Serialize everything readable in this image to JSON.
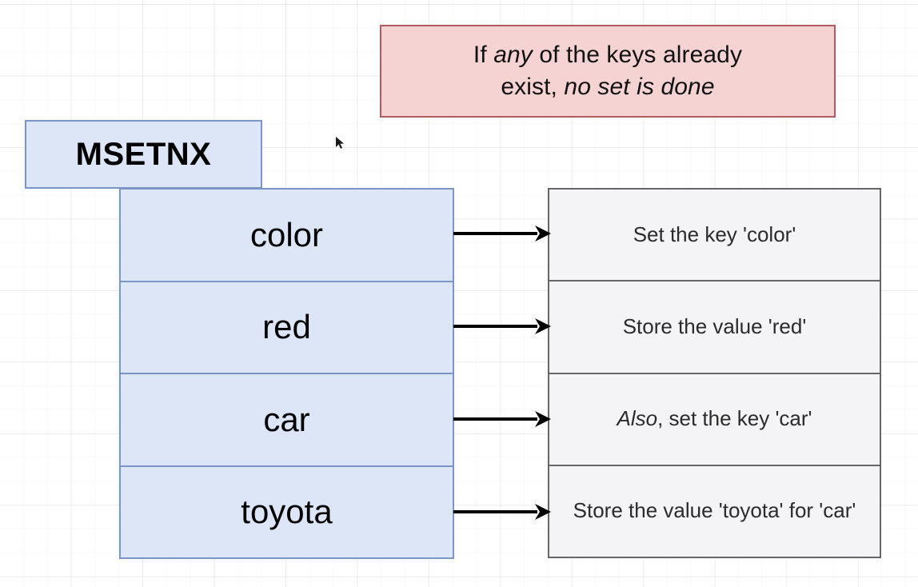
{
  "note": {
    "line1_prefix": "If ",
    "line1_em": "any",
    "line1_suffix": " of the keys already",
    "line2_prefix": "exist, ",
    "line2_em": "no set is done",
    "line2_suffix": "",
    "full_text": "If any of the keys already exist, no set is done",
    "bg_color": "#f5d3d2",
    "border_color": "#b35b5e"
  },
  "command": {
    "label": "MSETNX",
    "bg_color": "#dce6f7",
    "border_color": "#7b96c6"
  },
  "arguments": [
    {
      "label": "color"
    },
    {
      "label": "red"
    },
    {
      "label": "car"
    },
    {
      "label": "toyota"
    }
  ],
  "effects": [
    {
      "prefix": "",
      "em": "",
      "suffix": "Set the key 'color'",
      "full_text": "Set the key 'color'"
    },
    {
      "prefix": "",
      "em": "",
      "suffix": "Store the value 'red'",
      "full_text": "Store the value 'red'"
    },
    {
      "prefix": "",
      "em": "Also",
      "suffix": ", set the key 'car'",
      "full_text": "Also, set the key 'car'"
    },
    {
      "prefix": "",
      "em": "",
      "suffix": "Store the value 'toyota' for 'car'",
      "full_text": "Store the value 'toyota' for 'car'"
    }
  ],
  "arrows": [
    {
      "name": "arrow-color"
    },
    {
      "name": "arrow-red"
    },
    {
      "name": "arrow-car"
    },
    {
      "name": "arrow-toyota"
    }
  ],
  "cursor": {
    "name": "mouse-pointer"
  },
  "colors": {
    "blue_fill": "#dce6f7",
    "blue_stroke": "#7b96c6",
    "gray_fill": "#f4f3f5",
    "gray_stroke": "#666666",
    "pink_fill": "#f5d3d2",
    "pink_stroke": "#b35b5e",
    "arrow": "#000000",
    "grid": "#ebebeb"
  }
}
